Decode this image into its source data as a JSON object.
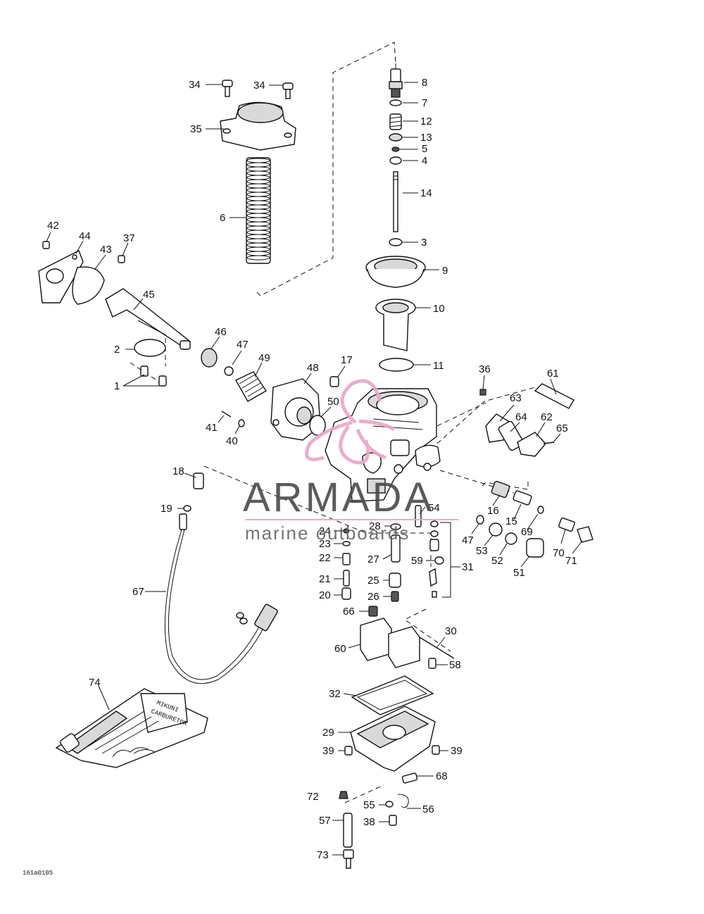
{
  "diagram": {
    "drawing_code": "161a0105",
    "callouts": [
      "1",
      "2",
      "3",
      "4",
      "5",
      "6",
      "7",
      "8",
      "9",
      "10",
      "11",
      "12",
      "13",
      "14",
      "15",
      "16",
      "17",
      "18",
      "19",
      "20",
      "21",
      "22",
      "23",
      "24",
      "25",
      "26",
      "27",
      "28",
      "29",
      "30",
      "31",
      "32",
      "34",
      "35",
      "36",
      "37",
      "38",
      "39",
      "40",
      "41",
      "42",
      "43",
      "44",
      "45",
      "46",
      "47",
      "48",
      "49",
      "50",
      "51",
      "52",
      "53",
      "54",
      "55",
      "56",
      "57",
      "58",
      "59",
      "60",
      "61",
      "62",
      "63",
      "64",
      "65",
      "66",
      "67",
      "68",
      "69",
      "70",
      "71",
      "72",
      "73",
      "74"
    ]
  },
  "watermark": {
    "brand": "ARMADA",
    "tagline": "marine outboards",
    "accent": "#e9a6c8",
    "text_color": "#4a4a4a"
  },
  "tool_label": {
    "line1": "MIKUNI",
    "line2": "CARBURETOR"
  }
}
